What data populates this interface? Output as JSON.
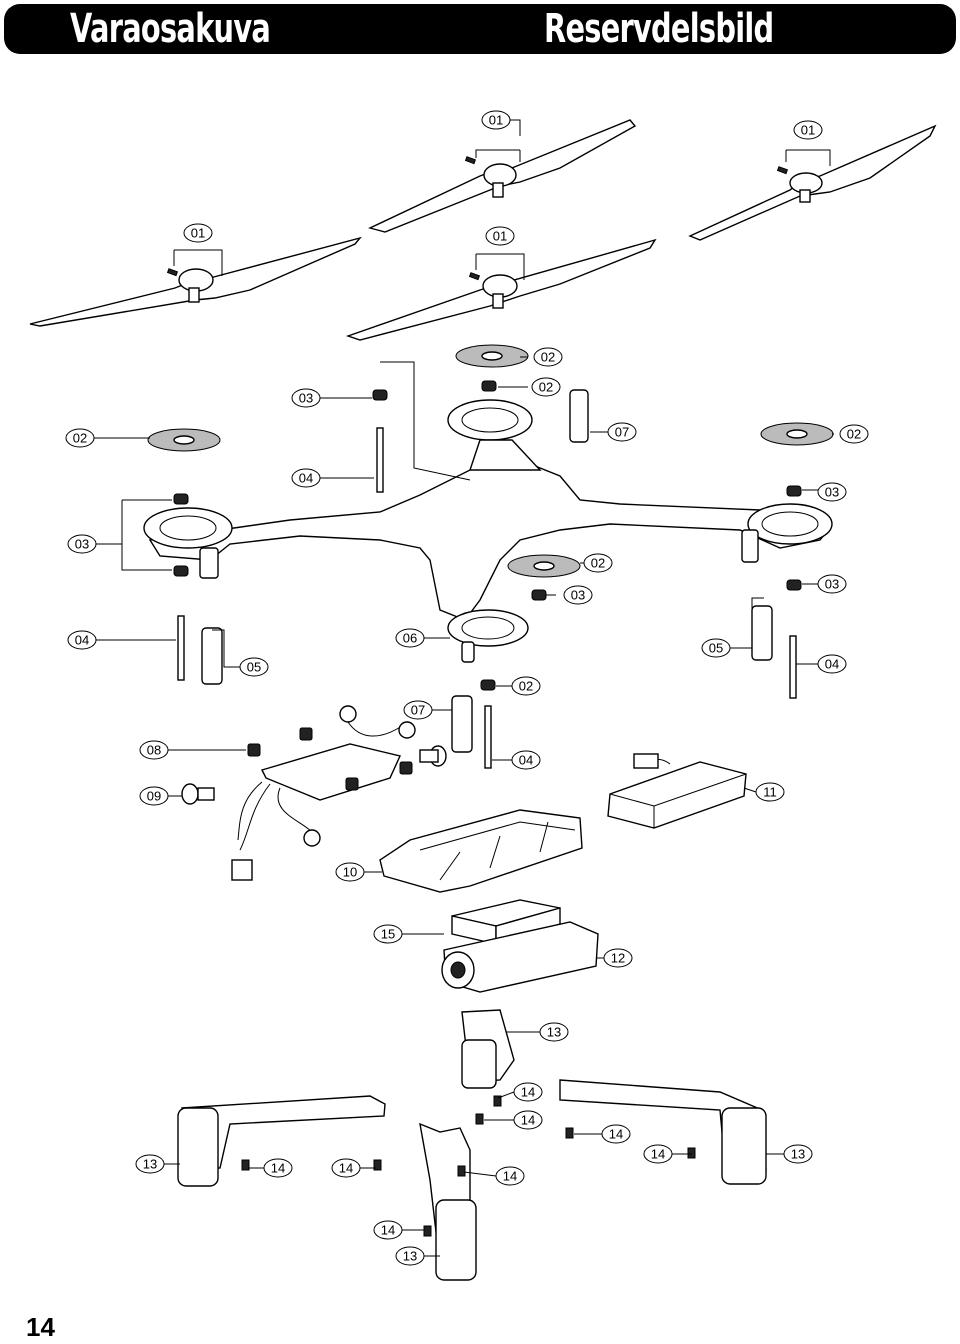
{
  "header": {
    "title_left": "Varaosakuva",
    "title_right": "Reservdelsbild"
  },
  "page_number": "14",
  "callouts": {
    "c01a": "01",
    "c01b": "01",
    "c01c": "01",
    "c01d": "01",
    "c02a": "02",
    "c02b": "02",
    "c02c": "02",
    "c02d": "02",
    "c02e": "02",
    "c02f": "02",
    "c03a": "03",
    "c03b": "03",
    "c03c": "03",
    "c03d": "03",
    "c03e": "03",
    "c04a": "04",
    "c04b": "04",
    "c04c": "04",
    "c04d": "04",
    "c05a": "05",
    "c05b": "05",
    "c06": "06",
    "c07a": "07",
    "c07b": "07",
    "c08": "08",
    "c09": "09",
    "c10": "10",
    "c11": "11",
    "c12": "12",
    "c13a": "13",
    "c13b": "13",
    "c13c": "13",
    "c13d": "13",
    "c14a": "14",
    "c14b": "14",
    "c14c": "14",
    "c14d": "14",
    "c14e": "14",
    "c14f": "14",
    "c14g": "14",
    "c14h": "14",
    "c15": "15"
  }
}
